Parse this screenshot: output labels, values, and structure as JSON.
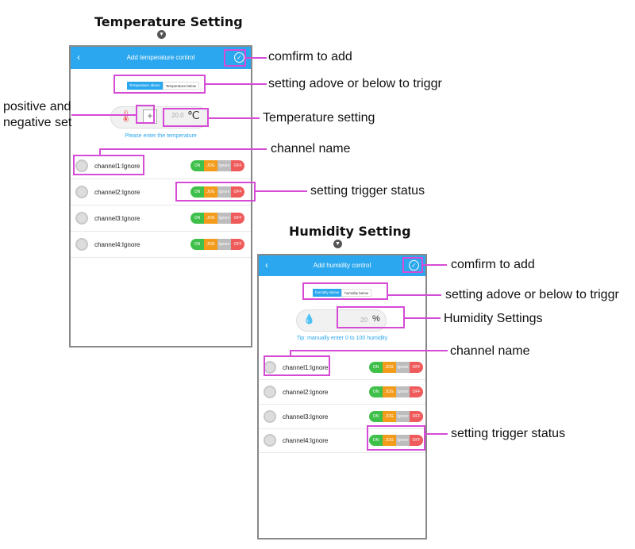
{
  "temp": {
    "section_title": "Temperature Setting",
    "header_title": "Add temperature control",
    "toggle_above": "Temperature above",
    "toggle_below": "Temperature below",
    "sign_button": "+",
    "value": "20.0",
    "unit": "℃",
    "hint": "Please enter the temperature",
    "channels": [
      "channel1:Ignore",
      "channel2:Ignore",
      "channel3:Ignore",
      "channel4:Ignore"
    ]
  },
  "humid": {
    "section_title": "Humidity Setting",
    "header_title": "Add humidity control",
    "toggle_above": "humidity above",
    "toggle_below": "humidity below",
    "value": "20",
    "unit": "%",
    "hint": "Tip: manually enter 0 to 100 humidity",
    "channels": [
      "channel1:Ignore",
      "channel2:Ignore",
      "channel3:Ignore",
      "channel4:Ignore"
    ]
  },
  "segments": {
    "on": "ON",
    "jog": "JOG",
    "ignore": "Ignore",
    "off": "OFF"
  },
  "icons": {
    "back": "back-arrow-icon",
    "confirm": "check-circle-icon",
    "thermometer": "thermometer-icon",
    "drop": "water-drop-icon",
    "section": "chevron-down-icon"
  },
  "annotations": {
    "temp_confirm": "comfirm to add",
    "temp_toggle": "setting adove or below to triggr",
    "pos_neg_line1": "positive and",
    "pos_neg_line2": "negative set",
    "temp_setting": "Temperature setting",
    "temp_channel": "channel name",
    "temp_trigger": "setting trigger status",
    "hum_confirm": "comfirm to add",
    "hum_toggle": "setting adove or below to triggr",
    "hum_setting": "Humidity Settings",
    "hum_channel": "channel name",
    "hum_trigger": "setting trigger status"
  },
  "colors": {
    "accent": "#2aa7ee",
    "highlight": "#d64bd6",
    "on": "#3fc04a",
    "jog": "#f39c1c",
    "ignore": "#bdbdbd",
    "off": "#ef5a5a"
  }
}
